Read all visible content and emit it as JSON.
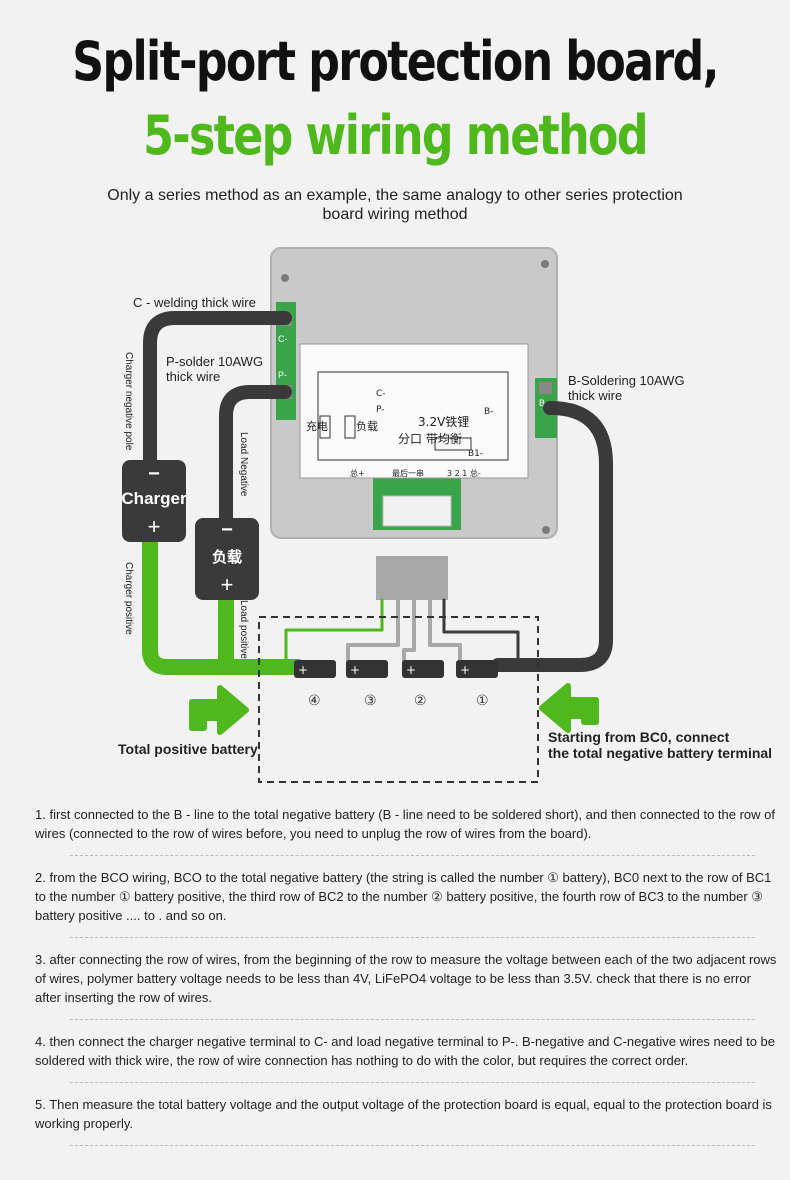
{
  "header": {
    "title_line1": "Split-port protection board,",
    "title_line2": "5-step wiring method",
    "subtitle": "Only a series method as an example, the same analogy to other series protection board wiring method"
  },
  "colors": {
    "accent_green": "#4fb81c",
    "wire_dark": "#3a3a3a",
    "wire_gray": "#a8a8a8",
    "board_silver": "#c9c9c9",
    "pcb_green": "#3aa44a"
  },
  "diagram": {
    "labels": {
      "c_wire": "C - welding thick wire",
      "p_wire": "P-solder 10AWG thick wire",
      "b_wire": "B-Soldering 10AWG thick wire",
      "charger_neg_pole": "Charger negative pole",
      "charger_pos": "Charger positive",
      "load_neg": "Load Negative",
      "load_pos": "Load positive",
      "total_positive": "Total positive battery",
      "bc0_start": "Starting from BC0, connect the total negative battery terminal"
    },
    "charger": {
      "label": "Charger",
      "minus": "−",
      "plus": "+"
    },
    "load": {
      "label": "负载",
      "minus": "−",
      "plus": "+"
    },
    "pcb_marks": {
      "c": "C-",
      "p": "P-",
      "b": "B-"
    },
    "schematic": {
      "line1": "3.2V铁锂",
      "line2": "分口   带均衡",
      "b1": "B1-",
      "c": "C-",
      "p": "P-",
      "b": "B-",
      "charge": "充电",
      "load": "负载",
      "bottom_left": "总+",
      "bottom_mid": "最后一串",
      "bottom_right": "3  2  1 总-"
    },
    "cells": [
      {
        "number": "④",
        "plus": "+"
      },
      {
        "number": "③",
        "plus": "+"
      },
      {
        "number": "②",
        "plus": "+"
      },
      {
        "number": "①",
        "plus": "+"
      }
    ]
  },
  "steps": [
    "1. first connected to the B - line to the total negative battery (B - line need to be soldered short), and then connected to the row of wires (connected to the row of wires before, you need to unplug the row of wires from the board).",
    "2. from the BCO wiring, BCO to the total negative battery (the string is called the number ① battery), BC0 next to the row of BC1 to the number ① battery positive, the third row of BC2 to the number ② battery positive, the fourth row of BC3 to the number ③ battery positive .... to . and so on.",
    "3. after connecting the row of wires, from the beginning of the row to measure the voltage between each of the two adjacent rows of wires, polymer battery voltage needs to be less than 4V, LiFePO4 voltage to be less than 3.5V. check that there is no error after inserting the row of wires.",
    "4. then connect the charger negative terminal to C- and load negative terminal to P-. B-negative and C-negative wires need to be soldered with thick wire, the row of wire connection has nothing to do with the color, but requires the correct order.",
    "5. Then measure the total battery voltage and the output voltage of the protection board is equal, equal to the protection board is working properly."
  ]
}
